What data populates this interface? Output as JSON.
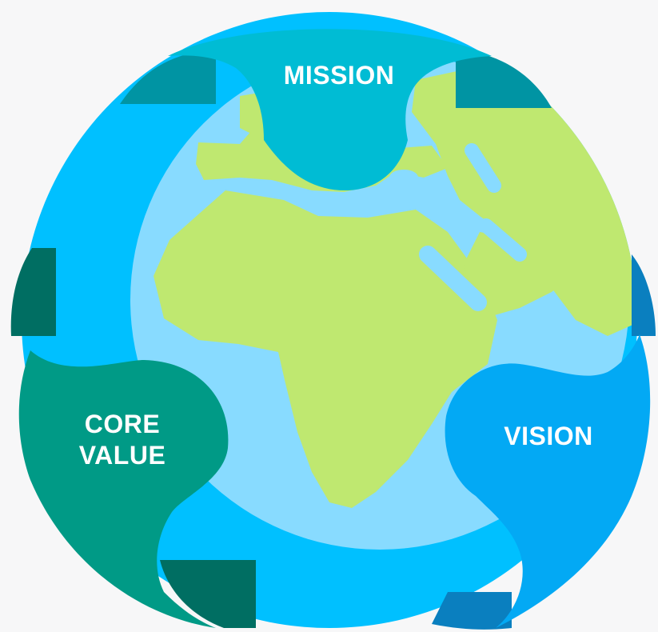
{
  "segments": {
    "mission": {
      "label": "MISSION",
      "color": "#00bcd4",
      "shade": "#0094a3"
    },
    "core_value": {
      "line1": "CORE",
      "line2": "VALUE",
      "color": "#009a86",
      "shade": "#006e62"
    },
    "vision": {
      "label": "VISION",
      "color": "#03a9f4",
      "shade": "#0a7fbf"
    }
  },
  "globe": {
    "ocean_outer": "#00c0ff",
    "ocean_inner": "#88dbff",
    "land": "#bfe870"
  }
}
